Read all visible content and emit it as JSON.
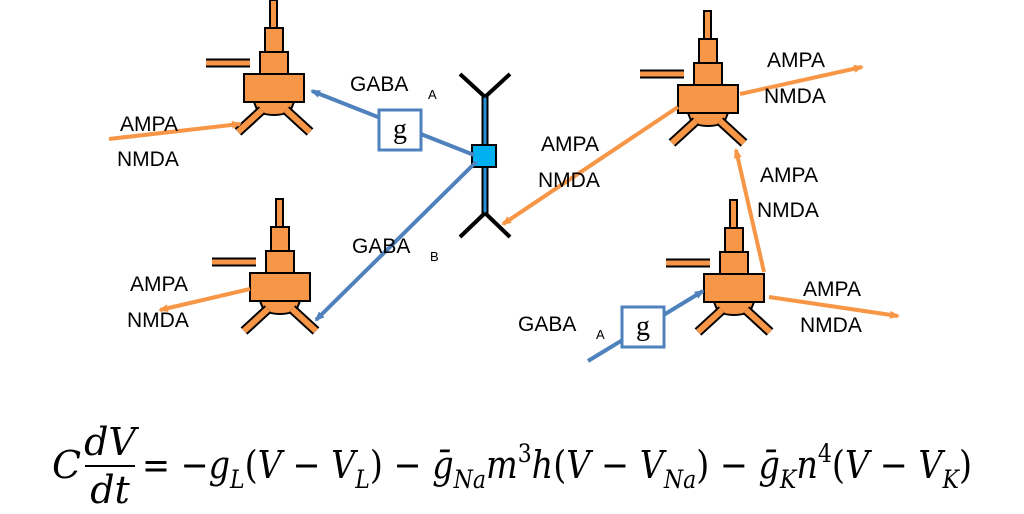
{
  "labels": {
    "ampa": "AMPA",
    "nmda": "NMDA",
    "gaba": "GABA",
    "sub_a": "A",
    "sub_b": "B",
    "g": "g"
  },
  "equation": {
    "C": "C",
    "dV": "dV",
    "dt": "dt",
    "rhs": [
      {
        "t": "= −",
        "s": "n"
      },
      {
        "t": "g",
        "s": "i"
      },
      {
        "t": "L",
        "s": "sub"
      },
      {
        "t": "(",
        "s": "n"
      },
      {
        "t": "V",
        "s": "i"
      },
      {
        "t": " − ",
        "s": "n"
      },
      {
        "t": "V",
        "s": "i"
      },
      {
        "t": "L",
        "s": "sub"
      },
      {
        "t": ") − ",
        "s": "n"
      },
      {
        "t": "ḡ",
        "s": "i"
      },
      {
        "t": "Na",
        "s": "sub"
      },
      {
        "t": "m",
        "s": "i"
      },
      {
        "t": "3",
        "s": "sup"
      },
      {
        "t": "h",
        "s": "i"
      },
      {
        "t": "(",
        "s": "n"
      },
      {
        "t": "V",
        "s": "i"
      },
      {
        "t": " − ",
        "s": "n"
      },
      {
        "t": "V",
        "s": "i"
      },
      {
        "t": "Na",
        "s": "sub"
      },
      {
        "t": ") − ",
        "s": "n"
      },
      {
        "t": "ḡ",
        "s": "i"
      },
      {
        "t": "K",
        "s": "sub"
      },
      {
        "t": "n",
        "s": "i"
      },
      {
        "t": "4",
        "s": "sup"
      },
      {
        "t": "(",
        "s": "n"
      },
      {
        "t": "V",
        "s": "i"
      },
      {
        "t": " − ",
        "s": "n"
      },
      {
        "t": "V",
        "s": "i"
      },
      {
        "t": "K",
        "s": "sub"
      },
      {
        "t": ")",
        "s": "n"
      }
    ]
  },
  "colors": {
    "neuron_fill": "#f79646",
    "orange_arrow": "#f79646",
    "blue_arrow": "#4f81bd",
    "interneuron": "#1e90d8",
    "soma_node": "#00b0f0"
  }
}
